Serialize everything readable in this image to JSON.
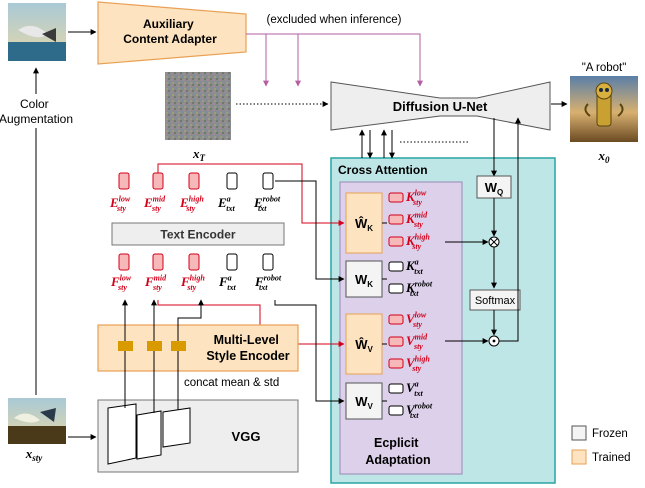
{
  "top": {
    "aux_adapter": [
      "Auxiliary",
      "Content Adapter"
    ],
    "excluded_note": "(excluded when inference)",
    "unet": "Diffusion U-Net",
    "prompt": "\"A robot\""
  },
  "left": {
    "color_aug": [
      "Color",
      "Augmentation"
    ],
    "x_T": "x",
    "x_T_sub": "T",
    "x_sty": "x",
    "x_sty_sub": "sty",
    "x_0": "x",
    "x_0_sub": "0"
  },
  "embeddings": {
    "E": [
      {
        "base": "E",
        "sup": "low",
        "sub": "sty",
        "color": "#d4001a"
      },
      {
        "base": "E",
        "sup": "mid",
        "sub": "sty",
        "color": "#d4001a"
      },
      {
        "base": "E",
        "sup": "high",
        "sub": "sty",
        "color": "#d4001a"
      },
      {
        "base": "E",
        "sup": "a",
        "sub": "txt",
        "color": "#000000"
      },
      {
        "base": "E",
        "sup": "robot",
        "sub": "txt",
        "color": "#000000"
      }
    ],
    "F": [
      {
        "base": "F",
        "sup": "low",
        "sub": "sty",
        "color": "#d4001a"
      },
      {
        "base": "F",
        "sup": "mid",
        "sub": "sty",
        "color": "#d4001a"
      },
      {
        "base": "F",
        "sup": "high",
        "sub": "sty",
        "color": "#d4001a"
      },
      {
        "base": "F",
        "sup": "a",
        "sub": "txt",
        "color": "#000000"
      },
      {
        "base": "F",
        "sup": "robot",
        "sub": "txt",
        "color": "#000000"
      }
    ],
    "text_encoder": "Text Encoder"
  },
  "encoder": {
    "label": [
      "Multi-Level",
      "Style Encoder"
    ],
    "concat": "concat mean & std",
    "vgg": "VGG"
  },
  "cross_attention": {
    "title": "Cross Attention",
    "explicit": [
      "Ecplicit",
      "Adaptation"
    ],
    "wk_hat": "Ŵ",
    "wk_hat_sub": "K",
    "wk": "W",
    "wk_sub": "K",
    "wv_hat": "Ŵ",
    "wv_hat_sub": "V",
    "wv": "W",
    "wv_sub": "V",
    "wq": "W",
    "wq_sub": "Q",
    "softmax": "Softmax",
    "K_style": [
      {
        "sup": "low",
        "sub": "sty"
      },
      {
        "sup": "mid",
        "sub": "sty"
      },
      {
        "sup": "high",
        "sub": "sty"
      }
    ],
    "K_text": [
      {
        "sup": "a",
        "sub": "txt"
      },
      {
        "sup": "robot",
        "sub": "txt"
      }
    ],
    "V_style": [
      {
        "sup": "low",
        "sub": "sty"
      },
      {
        "sup": "mid",
        "sub": "sty"
      },
      {
        "sup": "high",
        "sub": "sty"
      }
    ],
    "V_text": [
      {
        "sup": "a",
        "sub": "txt"
      },
      {
        "sup": "robot",
        "sub": "txt"
      }
    ],
    "K_base": "K",
    "V_base": "V"
  },
  "legend": {
    "frozen": "Frozen",
    "trained": "Trained"
  },
  "colors": {
    "red": "#d4001a",
    "teal_fill": "#bfe6e6",
    "teal_stroke": "#2aa3a3",
    "lavender": "#dcd0ea",
    "orange_fill": "#fde3bf",
    "orange_stroke": "#e8a054",
    "token_pink": "#f6b8b8",
    "gold": "#d99a00",
    "purple_arrow": "#b35fa0"
  }
}
